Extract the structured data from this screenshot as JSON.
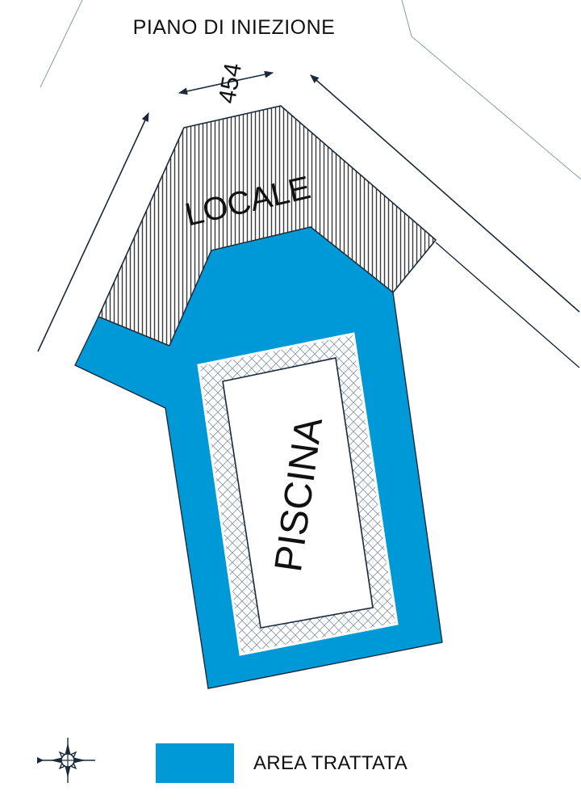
{
  "title": "PIANO DI INIEZIONE",
  "dimension_label": "454",
  "room_labels": {
    "locale": "LOCALE",
    "piscina": "PISCINA"
  },
  "legend": {
    "label": "AREA TRATTATA",
    "color": "#0099d8"
  },
  "colors": {
    "treated_area": "#0099d8",
    "line": "#1a2a3a",
    "hatch": "#333333",
    "crosshatch": "#7a8a96"
  },
  "icons": {
    "compass": "compass-rose-icon"
  }
}
